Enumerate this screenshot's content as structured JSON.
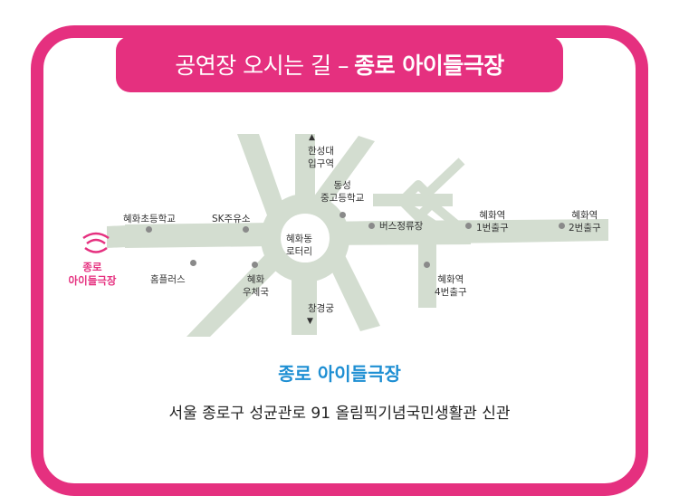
{
  "banner": {
    "prefix": "공연장 오시는 길 –",
    "venue": "종로 아이들극장"
  },
  "map_labels": {
    "hansung_univ": "한성대\n입구역",
    "dongsung_school": "동성\n중고등학교",
    "hyehwa_elem": "혜화초등학교",
    "sk_station": "SK주유소",
    "bus_stop": "버스정류장",
    "hyehwa_exit1": "혜화역\n1번출구",
    "hyehwa_exit2": "혜화역\n2번출구",
    "rotary": "혜화동\n로터리",
    "homeplus": "홈플러스",
    "post_office": "혜화\n우체국",
    "hyehwa_exit4": "혜화역\n4번출구",
    "changgyeonggung": "창경궁",
    "theater": "종로\n아이들극장"
  },
  "footer": {
    "place_name": "종로 아이들극장",
    "address": "서울 종로구 성균관로 91 올림픽기념국민생활관 신관"
  },
  "colors": {
    "accent": "#e5307f",
    "title_blue": "#1f8fd3",
    "road": "#d3ddd0"
  },
  "icons": {
    "theater": "theater-wave-icon",
    "north": "arrow-up-icon",
    "south": "arrow-down-icon"
  }
}
